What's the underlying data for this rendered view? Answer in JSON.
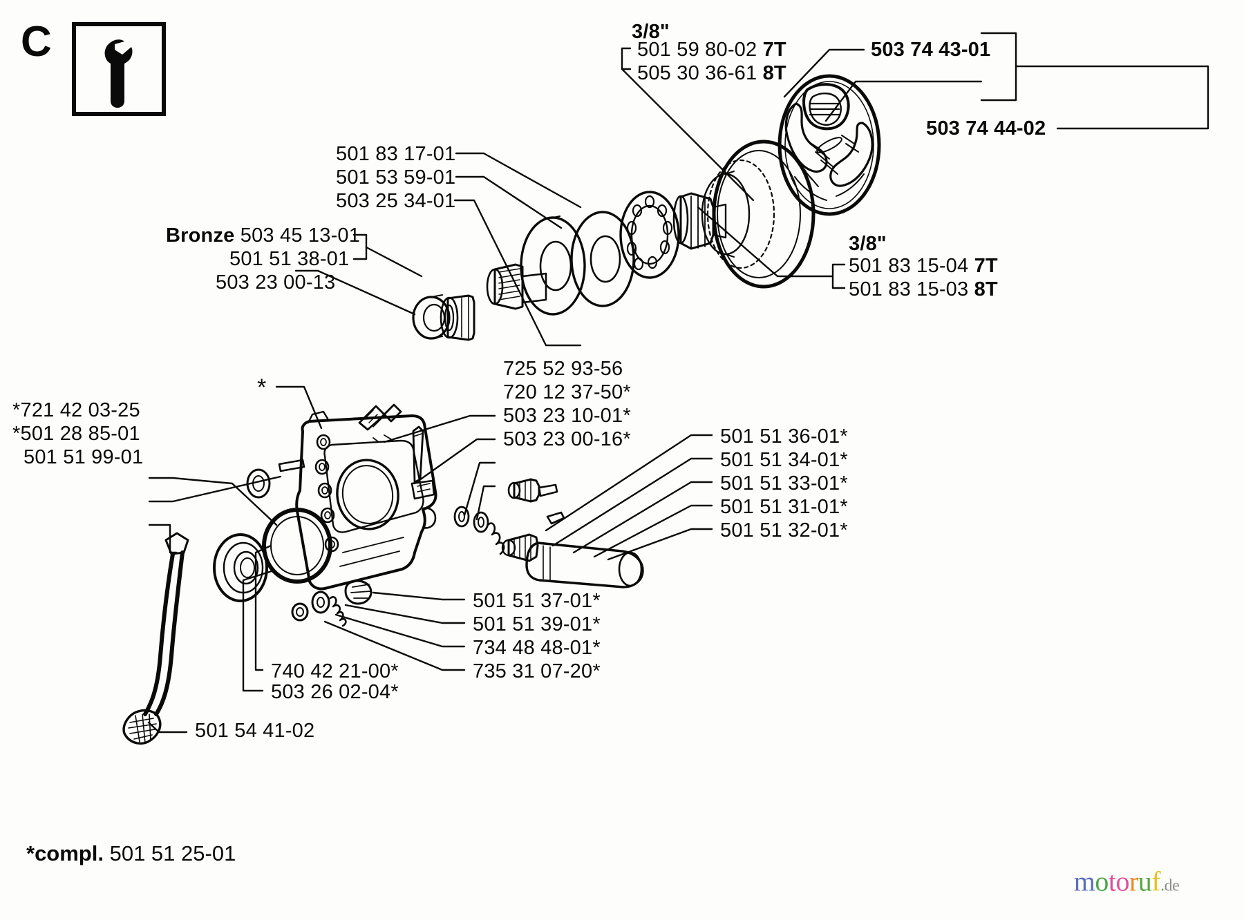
{
  "page": {
    "section_letter": "C",
    "tool_icon": "wrench-icon",
    "footnote_prefix": "*compl.",
    "footnote_number": "501 51 25-01",
    "brand": {
      "m": "m",
      "o1": "o",
      "t": "t",
      "o2": "o",
      "r": "r",
      "u": "u",
      "f": "f",
      "tld": ".de"
    }
  },
  "labels": {
    "pitch_top": "3/8\"",
    "pitch_mid": "3/8\"",
    "bronze": "Bronze",
    "sprocket_rim_7t": "501 59 80-02",
    "sprocket_rim_7t_teeth": "7T",
    "sprocket_rim_8t": "505 30 36-61",
    "sprocket_rim_8t_teeth": "8T",
    "clutch_spring": "503 74 43-01",
    "clutch_assy": "503 74 44-02",
    "washer_a": "501 83 17-01",
    "washer_b": "501 53 59-01",
    "washer_c": "503 25 34-01",
    "bronze_bushing": "503 45 13-01",
    "bearing": "501 51 38-01",
    "seal": "503 23 00-13",
    "drum_7t": "501 83 15-04",
    "drum_7t_teeth": "7T",
    "drum_8t": "501 83 15-03",
    "drum_8t_teeth": "8T",
    "screw_725": "725 52 93-56",
    "screw_720": "720 12 37-50*",
    "washer_503_10": "503 23 10-01*",
    "washer_503_16": "503 23 00-16*",
    "oil_pump_36": "501 51 36-01*",
    "oil_pump_34": "501 51 34-01*",
    "oil_pump_33": "501 51 33-01*",
    "oil_pump_31": "501 51 31-01*",
    "oil_pump_32": "501 51 32-01*",
    "pin_721": "*721 42 03-25",
    "pin_501_28": "*501 28 85-01",
    "hose_501_51_99": "501 51 99-01",
    "asterisk_marker": "*",
    "oiler_37": "501 51 37-01*",
    "oiler_39": "501 51 39-01*",
    "oiler_734": "734 48 48-01*",
    "oiler_735": "735 31 07-20*",
    "bearing_740": "740 42 21-00*",
    "oring_503_26": "503 26 02-04*",
    "filter_501_54": "501 54 41-02"
  },
  "colors": {
    "ink": "#0a0a0a",
    "paper": "#fdfdfb"
  }
}
